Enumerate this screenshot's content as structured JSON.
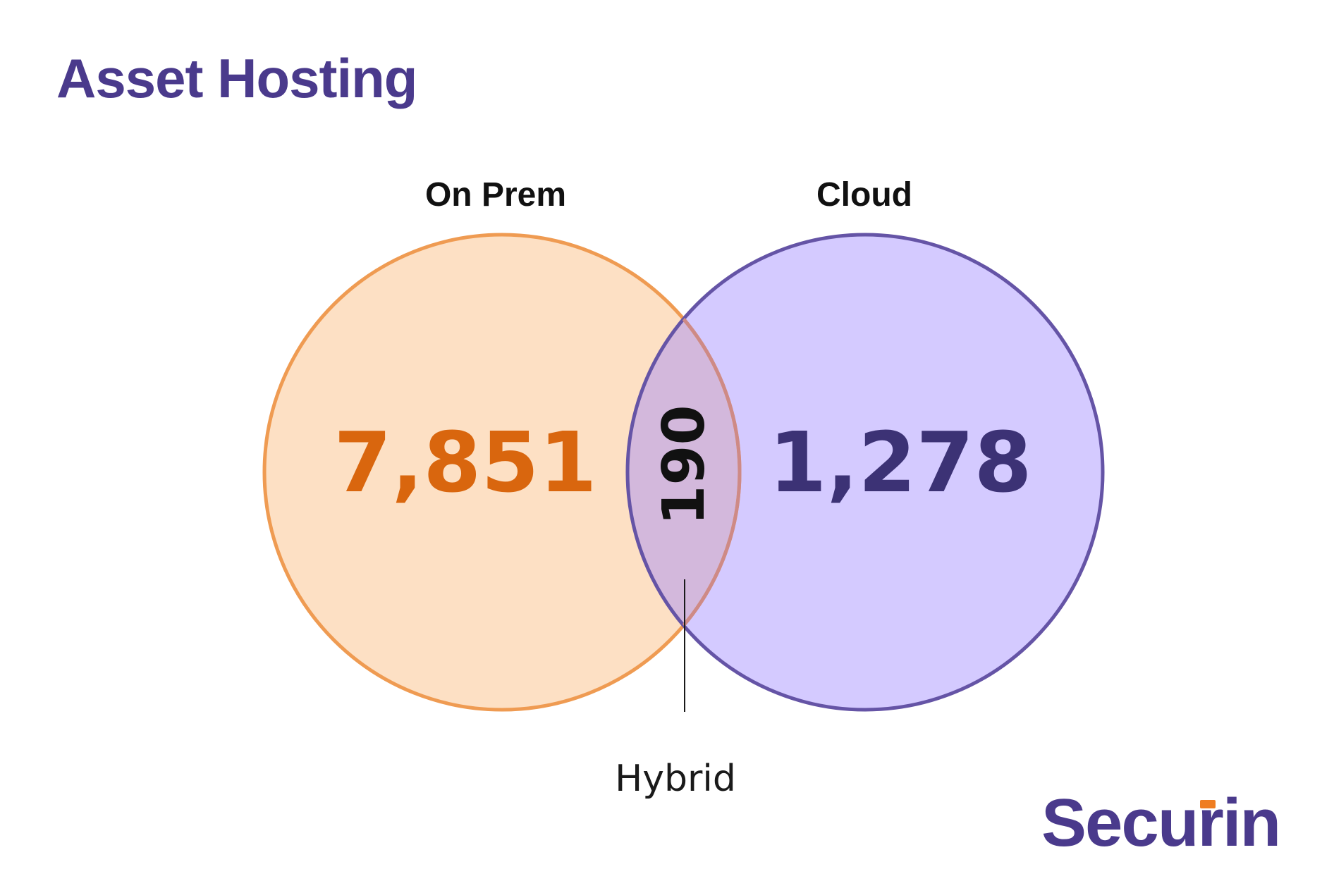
{
  "title": "Asset Hosting",
  "colors": {
    "title": "#4a3a8c",
    "on_prem_fill": "#fde0c4",
    "on_prem_stroke": "#ef9b52",
    "on_prem_count": "#d9660e",
    "cloud_fill": "#d4caff",
    "cloud_stroke": "#6554a6",
    "cloud_count": "#3c3275",
    "overlap_fill": "#d3b8dc",
    "overlap_stroke": "#ce8a86",
    "brand": "#4a3a8c",
    "brand_accent": "#ef7d22"
  },
  "venn": {
    "sets": [
      {
        "key": "on_prem",
        "label": "On Prem",
        "count": "7,851"
      },
      {
        "key": "cloud",
        "label": "Cloud",
        "count": "1,278"
      }
    ],
    "intersection": {
      "label": "Hybrid",
      "count": "190"
    }
  },
  "brand": {
    "name": "Securin"
  }
}
